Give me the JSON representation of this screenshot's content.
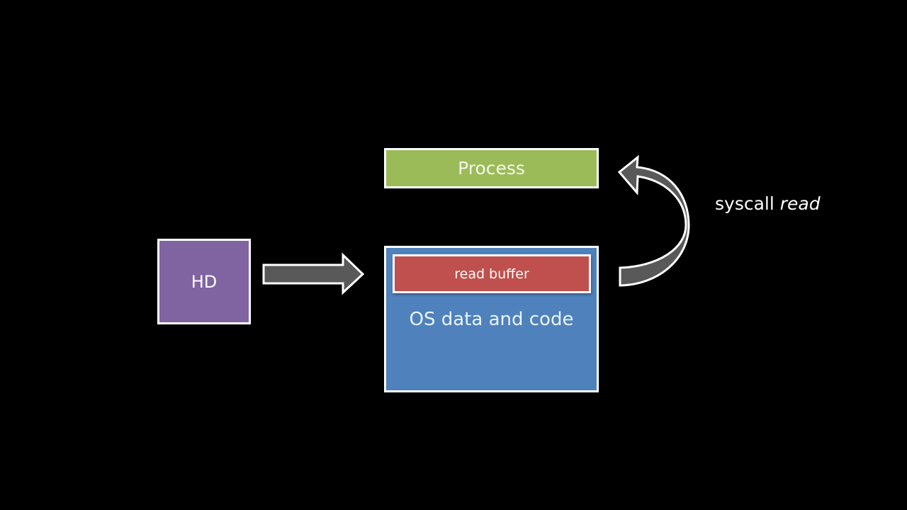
{
  "diagram": {
    "nodes": {
      "process": {
        "label": "Process",
        "color": "#9bbb59"
      },
      "hd": {
        "label": "HD",
        "color": "#8064a2"
      },
      "os": {
        "label": "OS data and code",
        "color": "#4f81bd"
      },
      "read_buffer": {
        "label": "read buffer",
        "color": "#c0504d"
      }
    },
    "arrows": {
      "hd_to_os": {
        "from": "hd",
        "to": "os",
        "color": "#595959"
      },
      "os_to_process": {
        "from": "os",
        "to": "process",
        "color": "#595959"
      }
    },
    "annotation": {
      "prefix": "syscall",
      "emphasis": "read"
    }
  }
}
